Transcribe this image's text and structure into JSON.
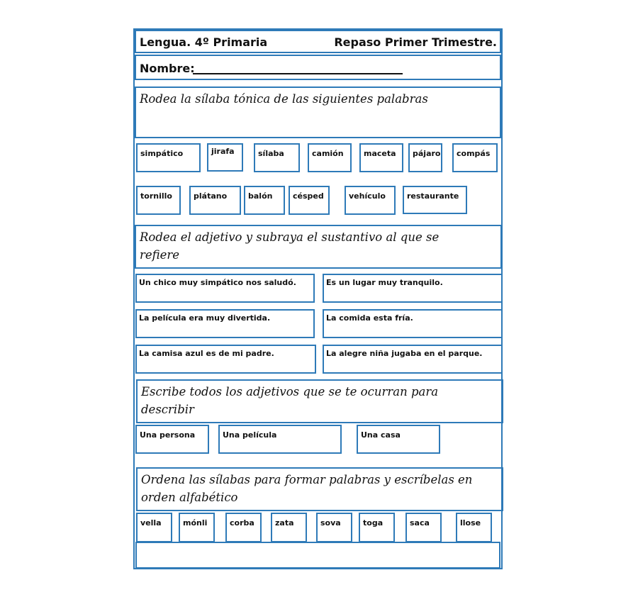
{
  "header": {
    "subject": "Lengua. 4º Primaria",
    "title": "Repaso Primer Trimestre.",
    "name_label": "Nombre:"
  },
  "exercise1": {
    "instruction": "Rodea la sílaba tónica de las siguientes palabras",
    "row1": [
      "simpático",
      "jirafa",
      "sílaba",
      "camión",
      "maceta",
      "pájaro",
      "compás"
    ],
    "row2": [
      "tornillo",
      "plátano",
      "balón",
      "césped",
      "vehículo",
      "restaurante"
    ]
  },
  "exercise2": {
    "instruction": "Rodea el adjetivo y subraya el sustantivo al que se refiere",
    "sentences": [
      "Un chico muy simpático nos saludó.",
      "Es un lugar muy tranquilo.",
      "La película era muy divertida.",
      "La comida esta fría.",
      "La camisa azul es de mi padre.",
      "La alegre niña jugaba en el parque."
    ]
  },
  "exercise3": {
    "instruction": "Escribe todos los adjetivos que se te ocurran para describir",
    "items": [
      "Una persona",
      "Una película",
      "Una casa"
    ]
  },
  "exercise4": {
    "instruction": "Ordena las sílabas para formar palabras y escríbelas en orden alfabético",
    "syllables": [
      "vella",
      "mónli",
      "corba",
      "zata",
      "sova",
      "toga",
      "saca",
      "llose"
    ]
  },
  "colors": {
    "border": "#2e7ab8",
    "text": "#111111"
  }
}
